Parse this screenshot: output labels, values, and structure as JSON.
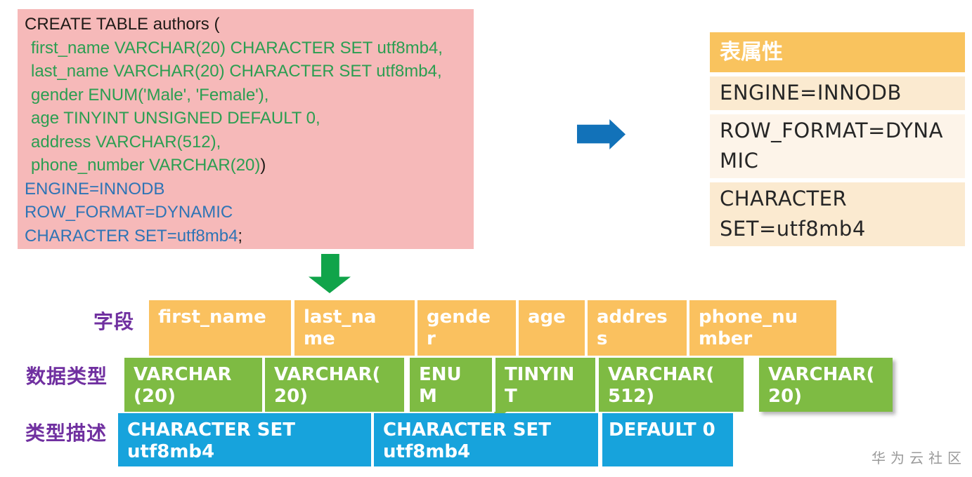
{
  "sql_box": {
    "create_line": "CREATE TABLE authors (",
    "columns": [
      "first_name VARCHAR(20) CHARACTER SET utf8mb4,",
      "last_name VARCHAR(20) CHARACTER SET utf8mb4,",
      "gender ENUM('Male', 'Female'),",
      "age TINYINT UNSIGNED DEFAULT 0,",
      "address VARCHAR(512),",
      "phone_number VARCHAR(20)"
    ],
    "close_paren": ")",
    "options": [
      "ENGINE=INNODB",
      "ROW_FORMAT=DYNAMIC",
      "CHARACTER SET=utf8mb4"
    ],
    "semicolon": ";"
  },
  "attr_table": {
    "header": "表属性",
    "rows": [
      "ENGINE=INNODB",
      "ROW_FORMAT=DYNA\nMIC",
      "CHARACTER\nSET=utf8mb4"
    ]
  },
  "row_labels": {
    "fields": "字段",
    "types": "数据类型",
    "descs": "类型描述"
  },
  "fields": [
    "first_name",
    "last_na\nme",
    "gende\nr",
    "age",
    "addres\ns",
    "phone_nu\nmber"
  ],
  "types": [
    "VARCHAR\n(20)",
    "VARCHAR(\n20)",
    "ENU\nM",
    "TINYIN\nT",
    "VARCHAR(\n512)",
    "VARCHAR(\n20)"
  ],
  "descs": [
    "CHARACTER SET\nutf8mb4",
    "CHARACTER SET\nutf8mb4",
    "DEFAULT 0"
  ],
  "watermark": "华为云社区",
  "colors": {
    "sql_box_bg": "#f6b9b9",
    "keyword_text": "#1f1a17",
    "column_text": "#2b9e51",
    "option_text": "#2e74b5",
    "right_arrow": "#1272b9",
    "down_arrow": "#10a44a",
    "attr_header_bg": "#f9c35e",
    "attr_row_bg_a": "#fbead0",
    "attr_row_bg_b": "#fdf4e9",
    "field_block_bg": "#fac15f",
    "type_block_bg": "#7ebb43",
    "desc_block_bg": "#17a3dc",
    "label_text": "#7030a0",
    "watermark_text": "#9a9a9a"
  }
}
